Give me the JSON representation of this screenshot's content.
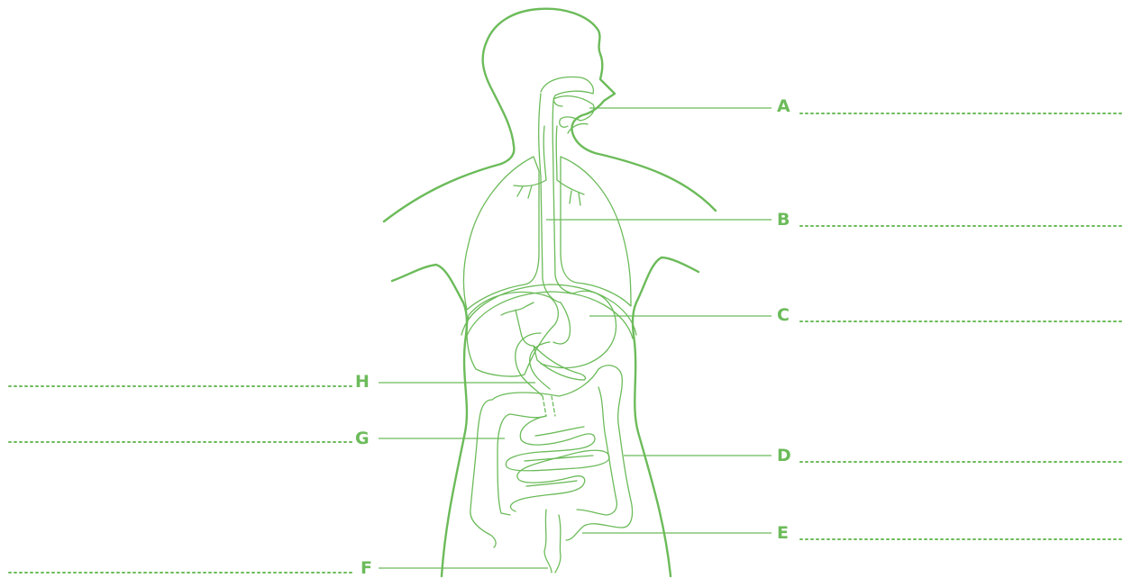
{
  "colors": {
    "accent": "#6cbb5a",
    "background": "#ffffff"
  },
  "labels": {
    "A": "A",
    "B": "B",
    "C": "C",
    "D": "D",
    "E": "E",
    "F": "F",
    "G": "G",
    "H": "H"
  }
}
